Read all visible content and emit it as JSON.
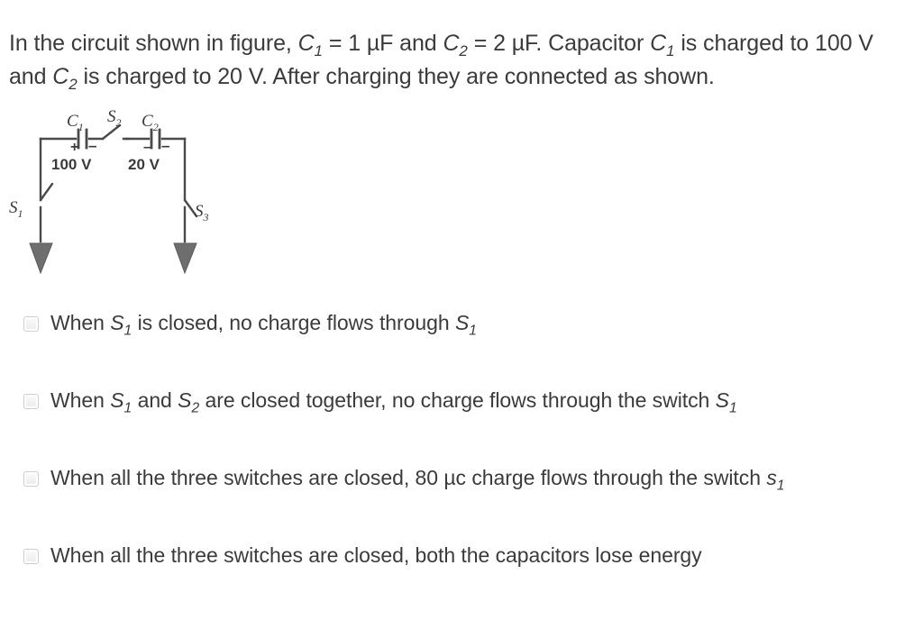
{
  "question": {
    "prefix": "In the circuit shown in figure, ",
    "segments": [
      {
        "type": "var",
        "text": "C",
        "sub": "1"
      },
      {
        "type": "plain",
        "text": " = 1 µF and "
      },
      {
        "type": "var",
        "text": "C",
        "sub": "2"
      },
      {
        "type": "plain",
        "text": " = 2 µF. Capacitor "
      },
      {
        "type": "var",
        "text": "C",
        "sub": "1"
      },
      {
        "type": "plain",
        "text": " is charged to 100 V and "
      },
      {
        "type": "var",
        "text": "C",
        "sub": "2"
      },
      {
        "type": "plain",
        "text": " is charged to 20 V. After charging they are connected as shown."
      }
    ],
    "full_text": "In the circuit shown in figure, C1 = 1 µF and C2 = 2 µF. Capacitor C1 is charged to 100 V and C2 is charged to 20 V. After charging they are connected as shown.",
    "line1_a": "In the circuit shown in figure, ",
    "line1_c1": "C",
    "line1_c1sub": "1",
    "line1_b": " = 1 µF and ",
    "line1_c2": "C",
    "line1_c2sub": "2",
    "line1_c": " = 2 µF. Capacitor ",
    "line1_c1b": "C",
    "line1_c1bsub": "1",
    "line1_d": " is charged to 100 V and ",
    "line1_c2b": "C",
    "line1_c2bsub": "2",
    "line1_e": " is charged to 20 V. After charging they are connected as shown."
  },
  "figure": {
    "type": "circuit-diagram",
    "description": "Two capacitors in series with three switches and two ground arrows",
    "labels": {
      "c1": "C",
      "c1_sub": "1",
      "c2": "C",
      "c2_sub": "2",
      "s1": "S",
      "s1_sub": "1",
      "s2": "S",
      "s2_sub": "2",
      "s3": "S",
      "s3_sub": "3",
      "v1": "100 V",
      "v2": "20 V",
      "plus": "+",
      "minus": "–"
    },
    "stroke_color": "#4a4a4a",
    "text_color": "#3b3b3b"
  },
  "options": [
    {
      "id": "option-1",
      "checked": false,
      "parts": [
        {
          "type": "plain",
          "text": "When "
        },
        {
          "type": "var",
          "text": "S",
          "sub": "1"
        },
        {
          "type": "plain",
          "text": " is closed, no charge flows through "
        },
        {
          "type": "var",
          "text": "S",
          "sub": "1"
        }
      ],
      "plain_text": "When S1 is closed, no charge flows through S1"
    },
    {
      "id": "option-2",
      "checked": false,
      "parts": [
        {
          "type": "plain",
          "text": "When "
        },
        {
          "type": "var",
          "text": "S",
          "sub": "1"
        },
        {
          "type": "plain",
          "text": " and "
        },
        {
          "type": "var",
          "text": "S",
          "sub": "2"
        },
        {
          "type": "plain",
          "text": " are closed together, no charge flows through the switch "
        },
        {
          "type": "var",
          "text": "S",
          "sub": "1"
        }
      ],
      "plain_text": "When S1 and S2 are closed together, no charge flows through the switch S1"
    },
    {
      "id": "option-3",
      "checked": false,
      "parts": [
        {
          "type": "plain",
          "text": "When all the three switches are closed, 80 µc charge flows through the switch "
        },
        {
          "type": "var",
          "text": "s",
          "sub": "1"
        }
      ],
      "plain_text": "When all the three switches are closed, 80 µc charge flows through the switch s1"
    },
    {
      "id": "option-4",
      "checked": false,
      "parts": [
        {
          "type": "plain",
          "text": "When all the three switches are closed, both the capacitors lose energy"
        }
      ],
      "plain_text": "When all the three switches are closed, both the capacitors lose energy"
    }
  ]
}
